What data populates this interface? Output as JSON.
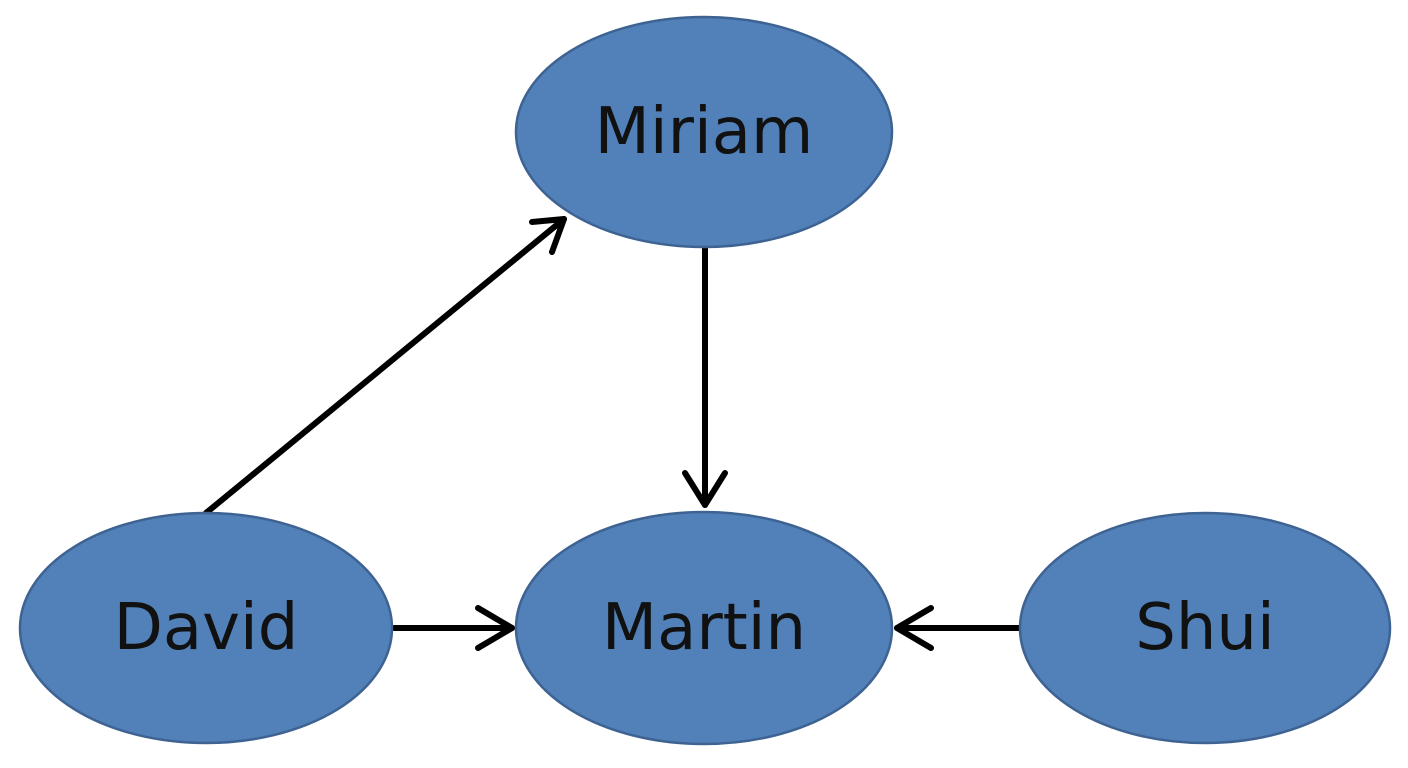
{
  "colors": {
    "node_fill": "#5181b8",
    "node_border": "#3e6392",
    "edge": "#000000",
    "label": "#111111",
    "background": "#ffffff"
  },
  "nodes": {
    "miriam": {
      "label": "Miriam"
    },
    "david": {
      "label": "David"
    },
    "martin": {
      "label": "Martin"
    },
    "shui": {
      "label": "Shui"
    }
  },
  "edges": [
    {
      "from": "David",
      "to": "Miriam"
    },
    {
      "from": "Miriam",
      "to": "Martin"
    },
    {
      "from": "David",
      "to": "Martin"
    },
    {
      "from": "Shui",
      "to": "Martin"
    }
  ]
}
